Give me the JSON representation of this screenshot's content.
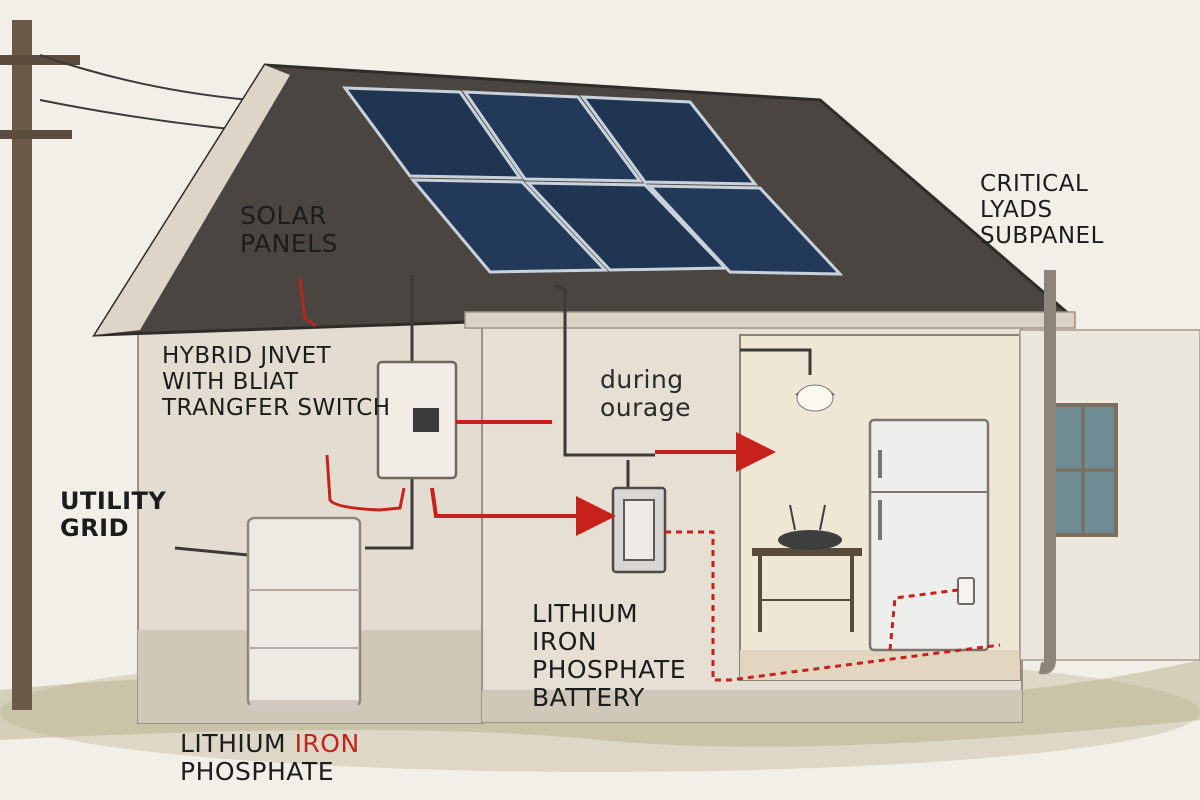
{
  "labels": {
    "solar_panels": [
      "SOLAR",
      "PANELS"
    ],
    "inverter": [
      "HYBRID JNVET",
      "WITH BLIAT",
      "TRANGFER SWITCH"
    ],
    "utility_grid": [
      "UTILITY",
      "GRID"
    ],
    "outage": [
      "during",
      "ourage"
    ],
    "critical_loads": [
      "CRITICAL",
      "LYADS",
      "SUBPANEL"
    ],
    "battery_center": [
      "LITHIUM",
      "IRON",
      "PHOSPHATE",
      "BATTERY"
    ],
    "battery_bottom": {
      "line1_a": "LITHIUM ",
      "line1_b": "IRON",
      "line2": "PHOSPHATE"
    }
  },
  "colors": {
    "flow_arrow": "#c8211c",
    "roof": "#4a4541",
    "wall": "#e3ddd1",
    "solar_panel": "#1f3552"
  }
}
